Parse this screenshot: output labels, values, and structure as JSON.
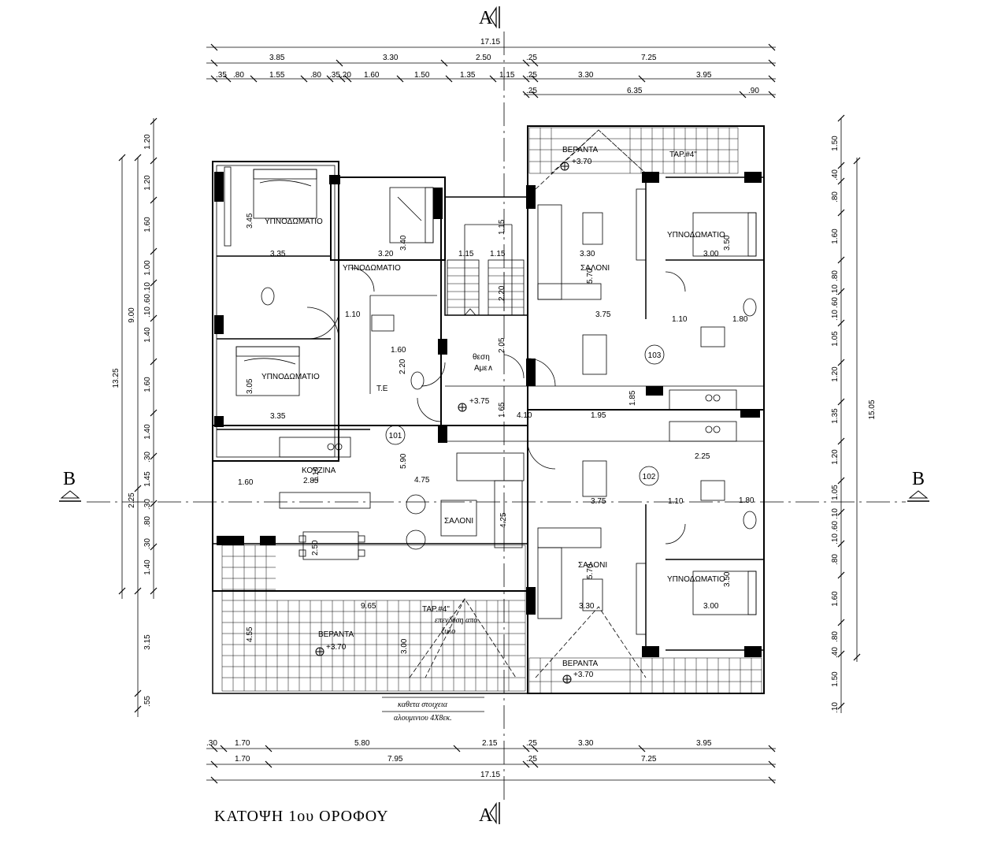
{
  "title": "ΚΑΤΟΨΗ 1ου ΟΡΟΦΟΥ",
  "section_marks": {
    "a_top": "A",
    "a_bottom": "A",
    "b_left": "B",
    "b_right": "B"
  },
  "top_dims": {
    "total": "17.15",
    "row1": [
      "3.85",
      "3.30",
      "2.50",
      ".25",
      "7.25"
    ],
    "row2": [
      ".35",
      ".80",
      "1.55",
      ".80",
      ".35",
      ".20",
      "1.60",
      "1.50",
      "1.35",
      "1.15",
      ".25",
      "3.30",
      "3.95"
    ],
    "row3": [
      ".25",
      "6.35",
      ".90"
    ]
  },
  "bottom_dims": {
    "row1": [
      ".30",
      "1.70",
      "5.80",
      "2.15",
      ".25",
      "3.30",
      "3.95"
    ],
    "row2": [
      "1.70",
      "7.95",
      ".25",
      "7.25"
    ],
    "total": "17.15"
  },
  "left_dims": {
    "outer": [
      "13.25"
    ],
    "mid": [
      "9.00",
      "2.25",
      "3.15",
      ".55"
    ],
    "inner": [
      "1.20",
      "1.20",
      "1.60",
      "1.00",
      ".10",
      ".60",
      ".10",
      "1.40",
      "1.60",
      "1.40",
      ".30",
      "1.45",
      ".30",
      ".80",
      ".30",
      "1.40"
    ]
  },
  "right_dims": {
    "outer": [
      "15.05"
    ],
    "inner": [
      "1.50",
      ".40",
      ".80",
      "1.60",
      ".80",
      ".10",
      ".60",
      ".10",
      "1.05",
      "1.20",
      "1.35",
      "1.20",
      "1.05",
      ".10",
      ".60",
      ".10",
      ".80",
      "1.60",
      ".80",
      ".40",
      "1.50",
      ".10"
    ]
  },
  "rooms": {
    "bed1": "ΥΠΝΟΔΩΜΑΤΙΟ",
    "bed2": "ΥΠΝΟΔΩΜΑΤΙΟ",
    "bed3": "ΥΠΝΟΔΩΜΑΤΙΟ",
    "bed4": "ΥΠΝΟΔΩΜΑΤΙΟ",
    "bed5": "ΥΠΝΟΔΩΜΑΤΙΟ",
    "kitchen": "ΚΟΥΖΙΝΑ",
    "living_101": "ΣΑΛΟΝΙ",
    "living_103": "ΣΑΛΟΝΙ",
    "living_102": "ΣΑΛΟΝΙ",
    "veranda_tl": "ΒΕΡΑΝΤΑ",
    "veranda_bl": "ΒΕΡΑΝΤΑ",
    "veranda_br": "ΒΕΡΑΝΤΑ",
    "storage": "θεση\nΑμεΛ",
    "te": "Τ.Ε",
    "tap_top": "ΤΑΡ.#4\"",
    "tap_bottom": "ΤΑΡ.#4\""
  },
  "unit_numbers": {
    "u101": "101",
    "u102": "102",
    "u103": "103"
  },
  "levels": {
    "veranda_tl": "+3.70",
    "veranda_bl": "+3.70",
    "veranda_br": "+3.70",
    "landing": "+3.75"
  },
  "interior_dims": {
    "bed1_w": "3.35",
    "bed1_h": "3.45",
    "bed2_w": "3.20",
    "bed2_h": "3.40",
    "bed3_w": "3.35",
    "bed3_h": "3.05",
    "kitchen_w": "2.85",
    "kitchen_h": "1.10",
    "living101_w": "4.75",
    "living101_h": "5.90",
    "living101_d": "4.25",
    "dining101_h": "2.50",
    "veranda_bl_w": "9.65",
    "veranda_bl_h": "4.55",
    "veranda_bl_d": "3.00",
    "stair_w1": "1.15",
    "stair_w2": "1.15",
    "stair_h1": "1.15",
    "stair_h2": "2.20",
    "corr_w": "4.10",
    "corr_h": "1.65",
    "corr2_h": "2.05",
    "liv103_w": "3.30",
    "liv103_h": "5.70",
    "liv103_d": "3.75",
    "bed4_w": "3.00",
    "bed4_h": "3.50",
    "kit_w": "1.95",
    "kit_h": "1.85",
    "liv102_d": "3.75",
    "liv102_w": "3.30",
    "liv102_h": "5.70",
    "bed5_w": "3.00",
    "bed5_h": "3.50",
    "wc_w": "1.60",
    "wc2_w": "1.80",
    "wc3_w": "1.80",
    "d225": "2.25",
    "d110a": "1.10",
    "d110b": "1.10",
    "d110c": "1.10",
    "d220": "2.20",
    "d160": "1.60"
  },
  "notes": {
    "cladding": "επενδυση απο\nξυλο",
    "aluminium": "καθετα στοιχεια\nαλουμινιου 4Χ8εκ."
  }
}
